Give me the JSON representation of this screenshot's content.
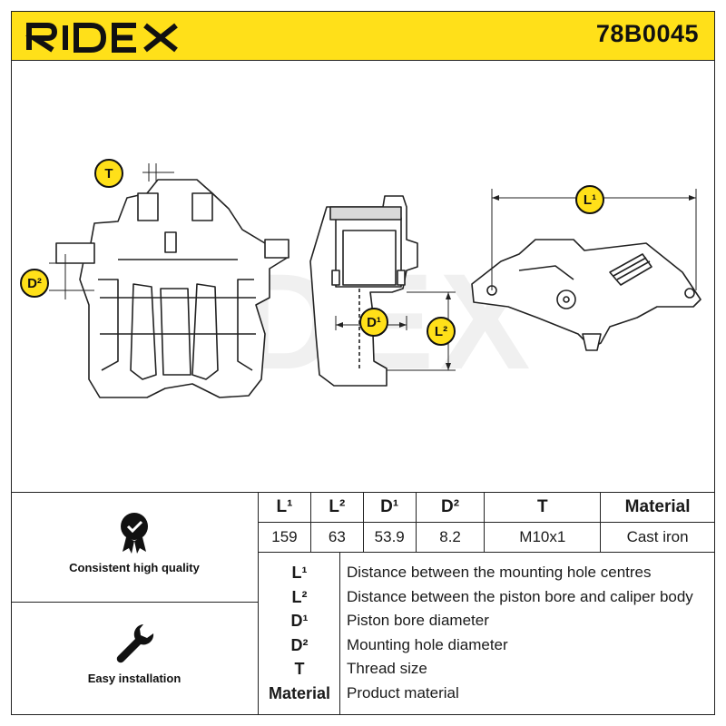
{
  "header": {
    "brand": "RIDEX",
    "part_number": "78B0045",
    "background": "#ffe019"
  },
  "watermark": "RIDEX",
  "drawing_badges": {
    "t": "T",
    "d2": "D²",
    "d1": "D¹",
    "l2": "L²",
    "l1": "L¹"
  },
  "features": [
    {
      "icon": "quality-check-badge-icon",
      "label": "Consistent high quality"
    },
    {
      "icon": "wrench-icon",
      "label": "Easy installation"
    }
  ],
  "spec_table": {
    "headers": [
      "L¹",
      "L²",
      "D¹",
      "D²",
      "T",
      "Material"
    ],
    "values": [
      "159",
      "63",
      "53.9",
      "8.2",
      "M10x1",
      "Cast iron"
    ]
  },
  "legend": [
    {
      "key": "L¹",
      "desc": "Distance between the mounting hole centres"
    },
    {
      "key": "L²",
      "desc": "Distance between the piston bore and caliper body"
    },
    {
      "key": "D¹",
      "desc": "Piston bore diameter"
    },
    {
      "key": "D²",
      "desc": "Mounting hole diameter"
    },
    {
      "key": "T",
      "desc": "Thread size"
    },
    {
      "key": "Material",
      "desc": "Product material"
    }
  ]
}
